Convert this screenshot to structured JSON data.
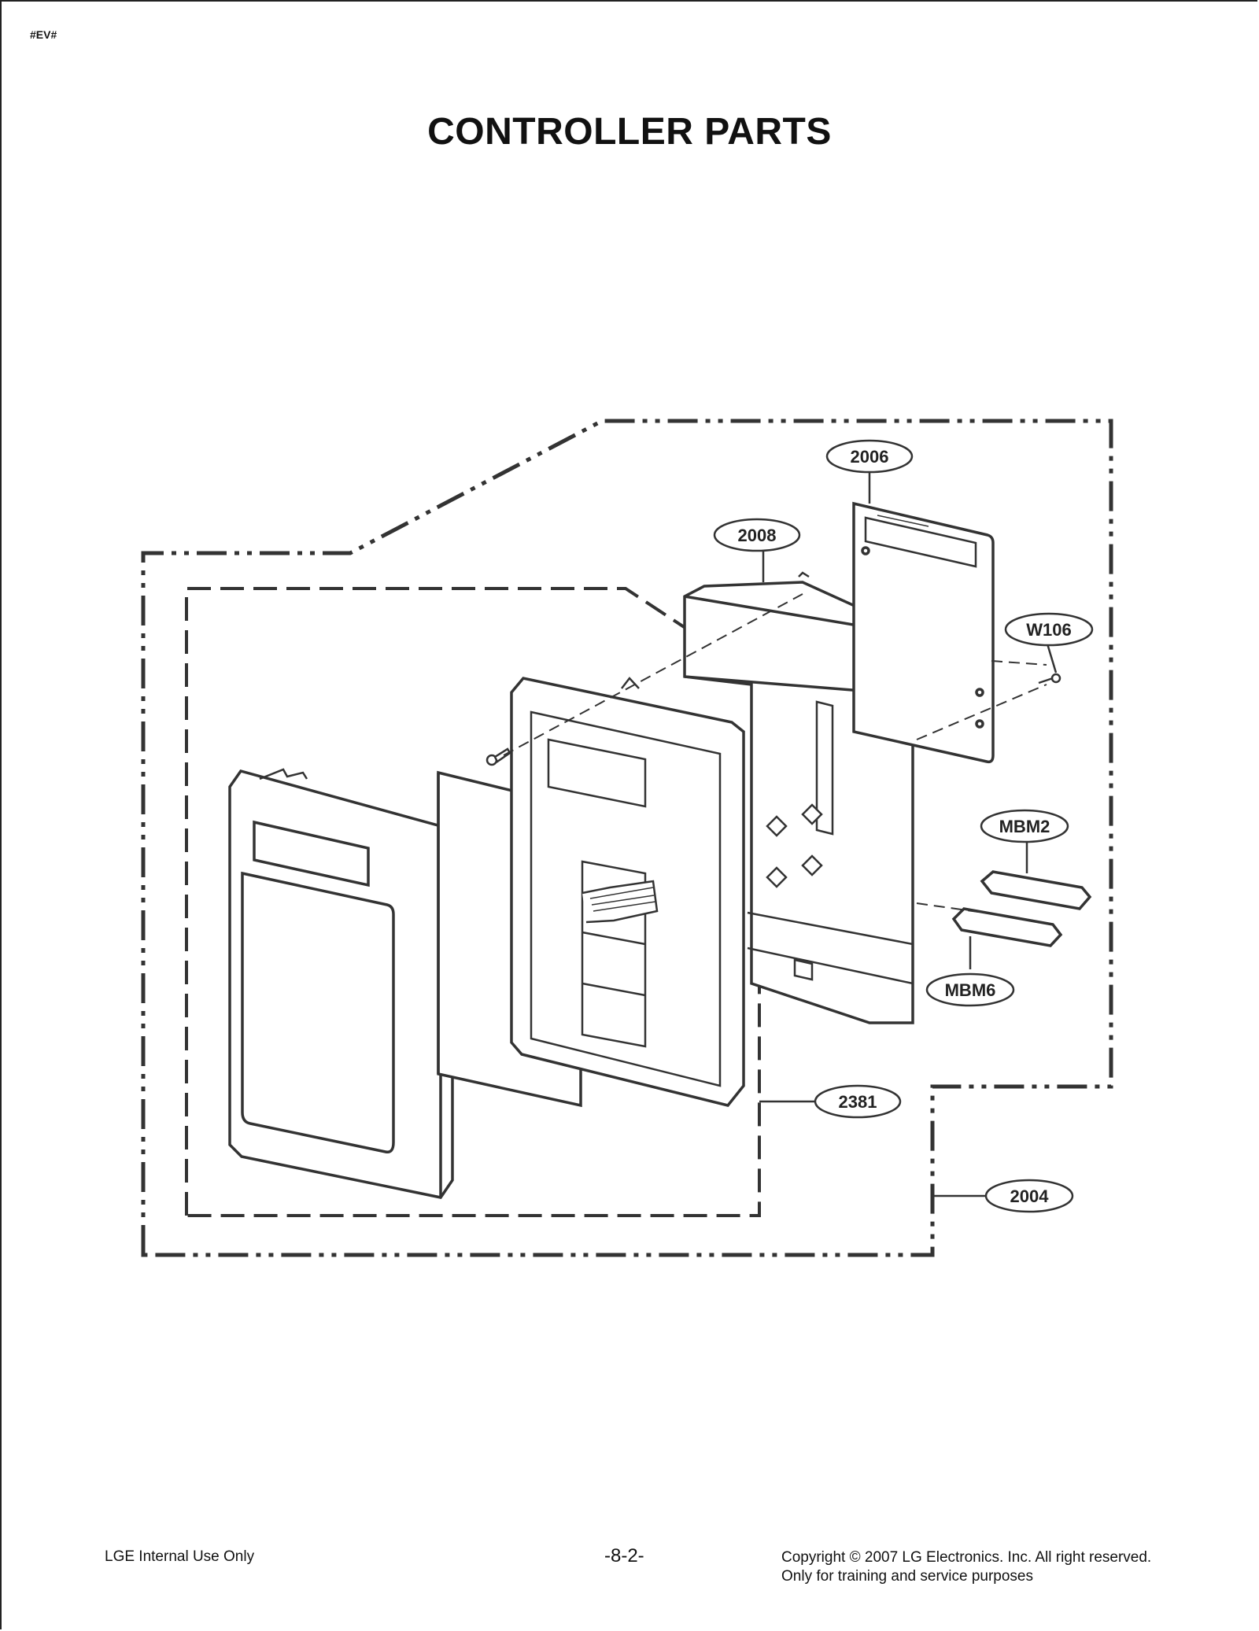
{
  "header": {
    "tag": "#EV#",
    "title": "CONTROLLER PARTS"
  },
  "callouts": {
    "c2006": "2006",
    "c2008": "2008",
    "cW106": "W106",
    "cMBM2": "MBM2",
    "cMBM6": "MBM6",
    "c2381": "2381",
    "c2004": "2004"
  },
  "footer": {
    "left": "LGE Internal Use Only",
    "center": "-8-2-",
    "right_line1": "Copyright © 2007 LG Electronics. Inc. All right reserved.",
    "right_line2": "Only for training and service purposes"
  }
}
